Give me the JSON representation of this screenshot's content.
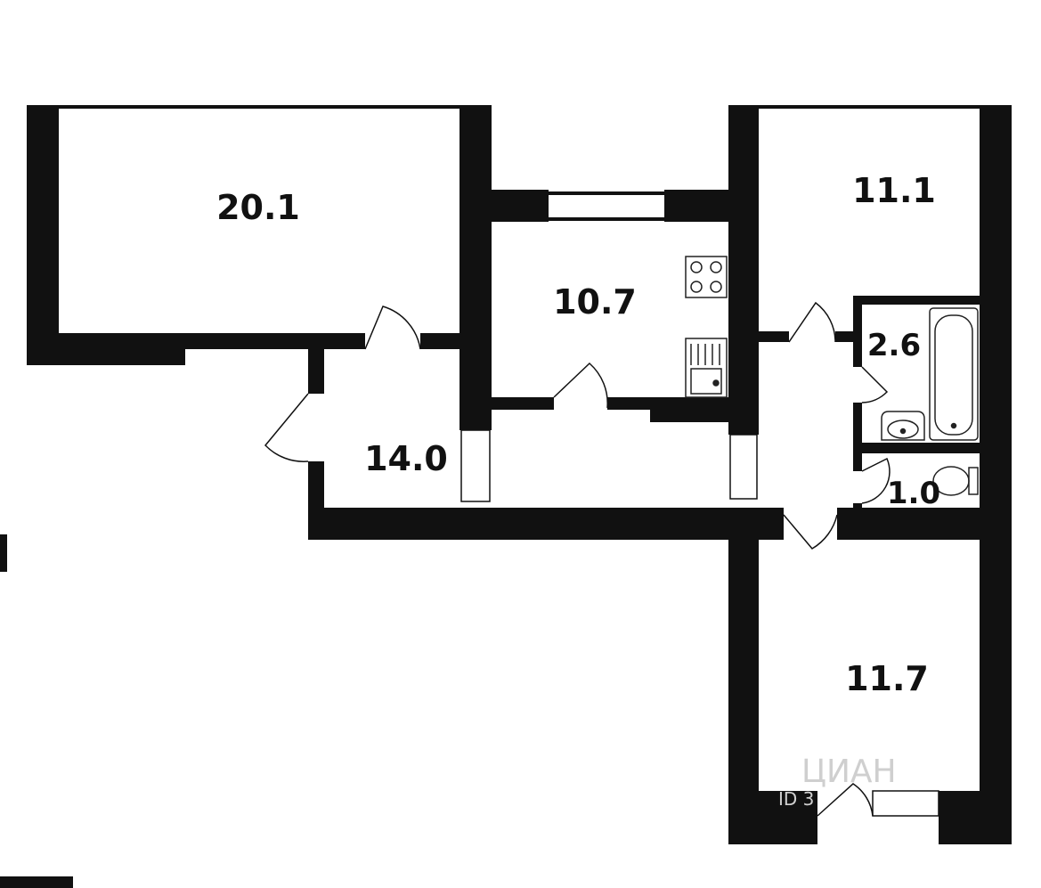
{
  "colors": {
    "wall": "#111111",
    "background": "#ffffff",
    "fixture_stroke": "#222222",
    "watermark": "#cfcfcf"
  },
  "rooms": {
    "living_room": {
      "area": "20.1"
    },
    "hallway_left": {
      "area": "14.0"
    },
    "kitchen": {
      "area": "10.7"
    },
    "bedroom_top": {
      "area": "11.1"
    },
    "bathroom": {
      "area": "2.6"
    },
    "toilet": {
      "area": "1.0"
    },
    "bedroom_bottom": {
      "area": "11.7"
    }
  },
  "watermark": {
    "brand": "ЦИАН",
    "id_text": "ID 3"
  }
}
